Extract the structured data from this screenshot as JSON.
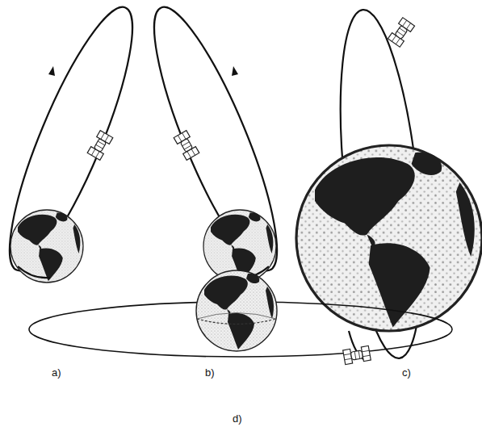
{
  "diagram": {
    "labels": [
      "a)",
      "b)",
      "c)",
      "d)"
    ]
  }
}
